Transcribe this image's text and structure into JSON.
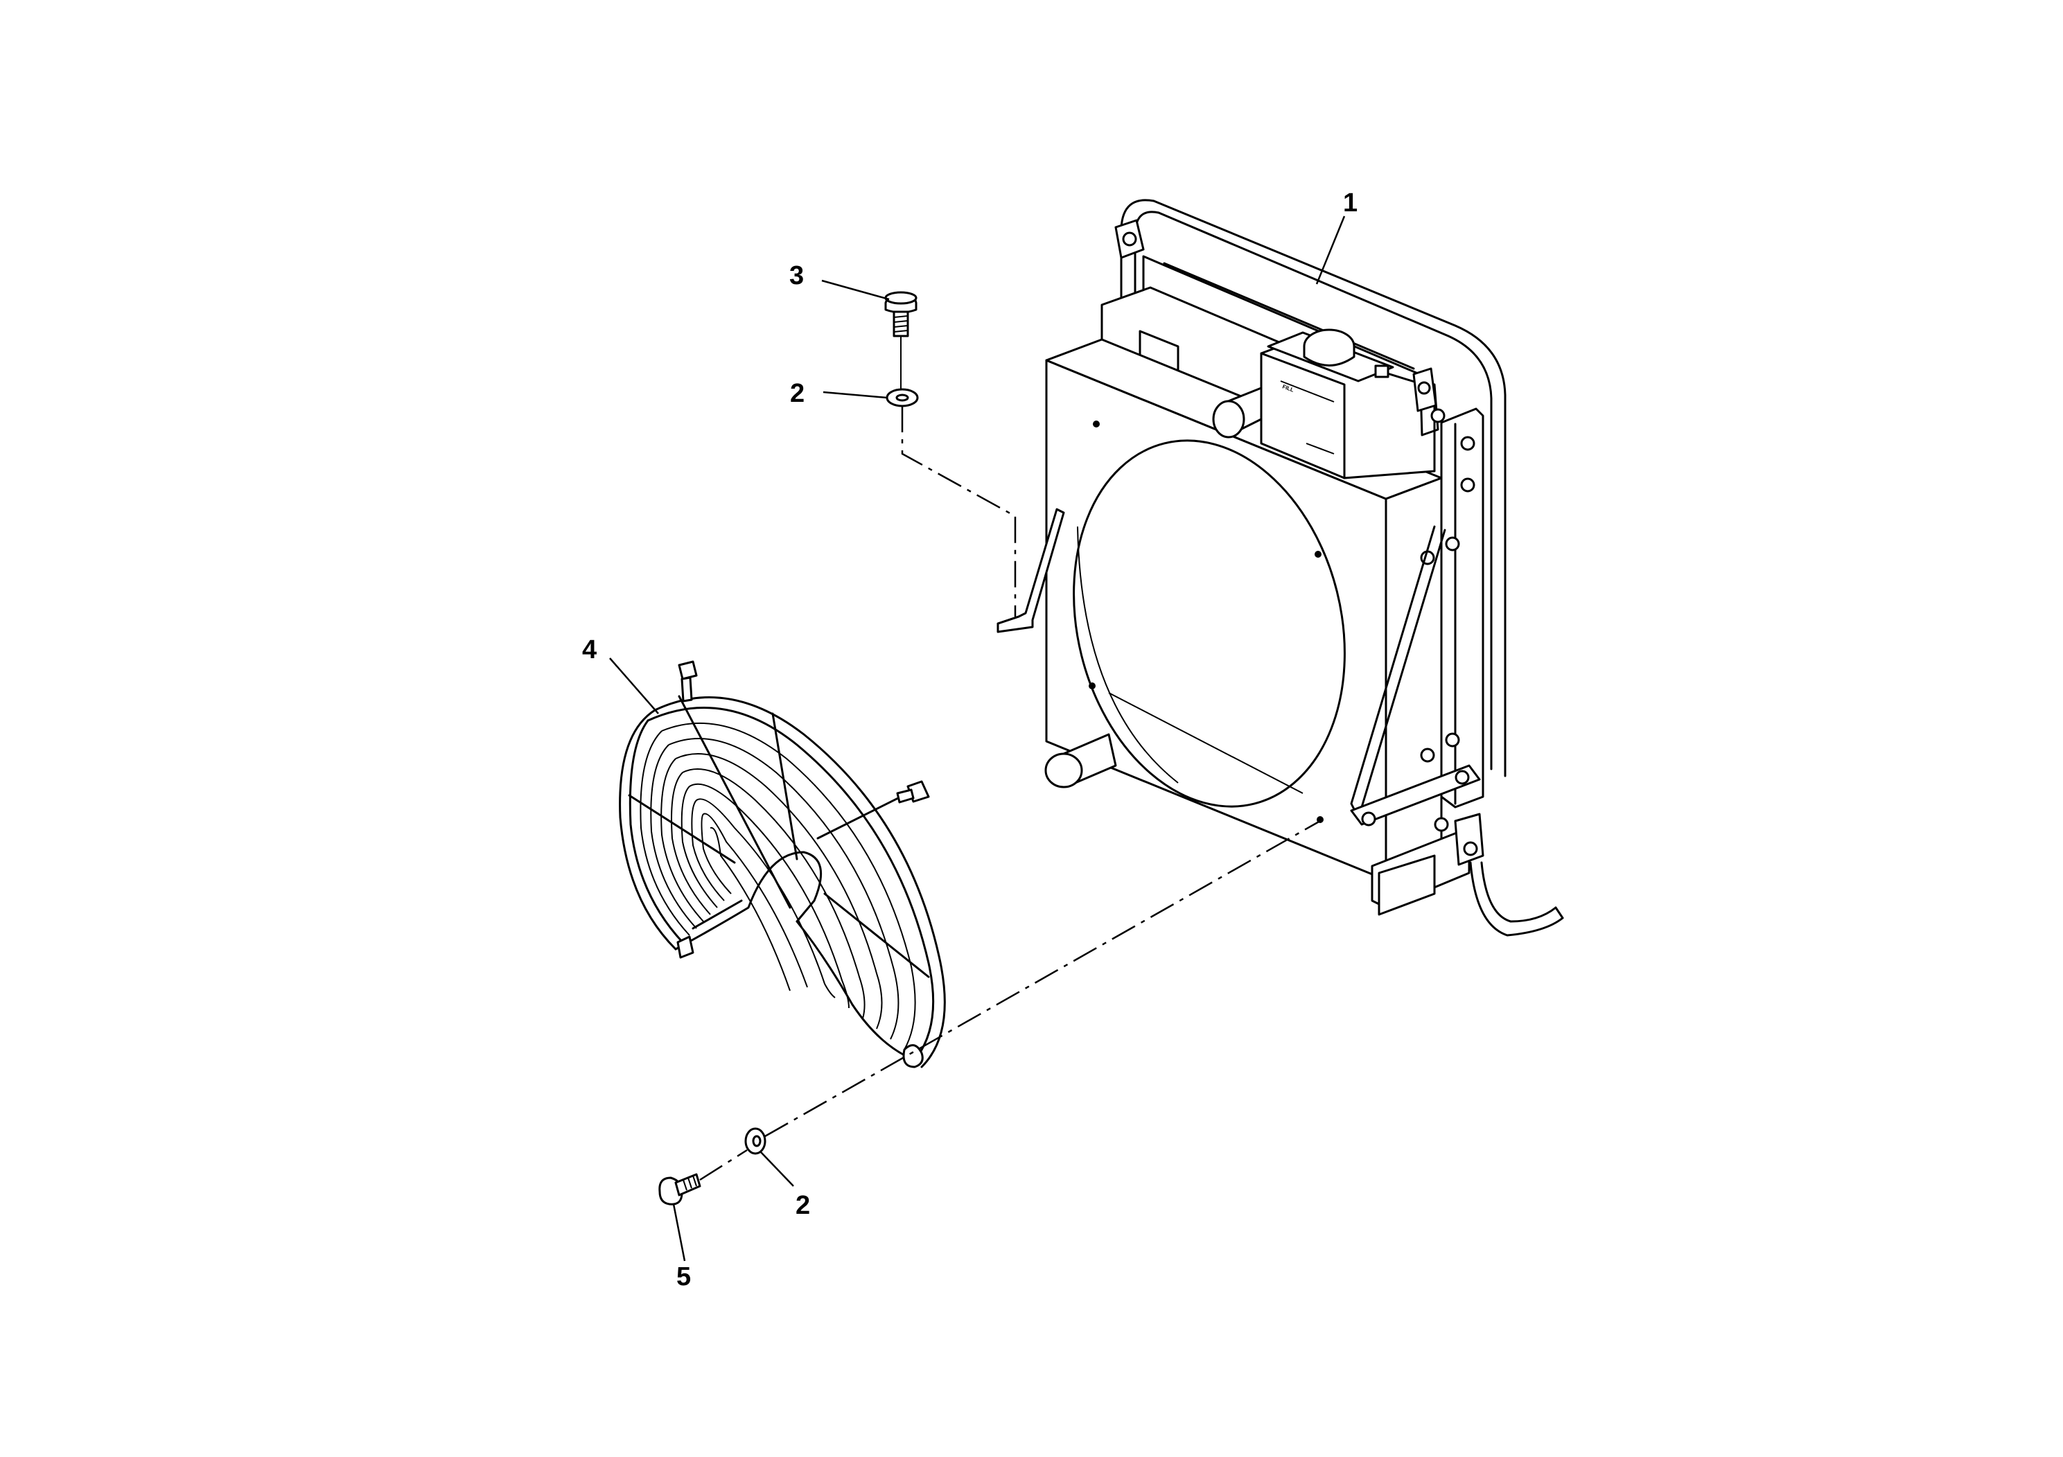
{
  "diagram": {
    "callouts": [
      {
        "id": "c1",
        "label": "1",
        "part": "radiator-assembly"
      },
      {
        "id": "c2a",
        "label": "2",
        "part": "washer"
      },
      {
        "id": "c2b",
        "label": "2",
        "part": "washer"
      },
      {
        "id": "c3",
        "label": "3",
        "part": "bolt"
      },
      {
        "id": "c4",
        "label": "4",
        "part": "fan-guard"
      },
      {
        "id": "c5",
        "label": "5",
        "part": "bolt"
      }
    ],
    "tank_label": "FILL"
  }
}
